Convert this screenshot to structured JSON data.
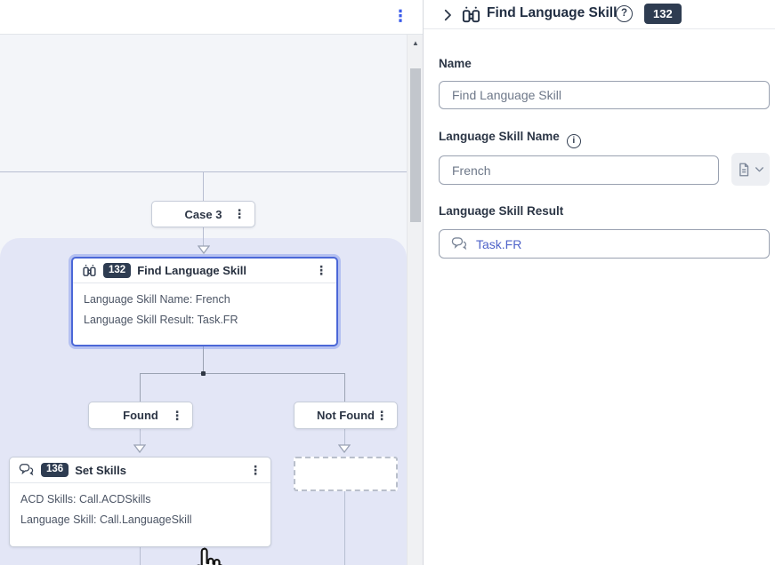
{
  "colors": {
    "accent_selection_border": "#4b67d7",
    "selection_region_bg": "#e3e6f6",
    "canvas_bg": "#f3f5f9",
    "badge_bg": "#2e3c51",
    "result_link_text": "#4f63c9",
    "topbar_kebab_blue": "#3b5bea",
    "connector_line": "#b7bed1"
  },
  "icons": {
    "kebab": "⋮",
    "scroll_up": "▲",
    "help": "?",
    "info": "i"
  },
  "canvas": {
    "nodes": {
      "case3": {
        "label": "Case 3"
      },
      "find_language_skill": {
        "badge": "132",
        "title": "Find Language Skill",
        "lines": [
          "Language Skill Name: French",
          "Language Skill Result: Task.FR"
        ]
      },
      "found": {
        "label": "Found"
      },
      "not_found": {
        "label": "Not Found"
      },
      "set_skills": {
        "badge": "136",
        "title": "Set Skills",
        "lines": [
          "ACD Skills: Call.ACDSkills",
          "Language Skill: Call.LanguageSkill"
        ]
      }
    }
  },
  "panel": {
    "header": {
      "title": "Find Language Skill",
      "badge": "132"
    },
    "fields": {
      "name": {
        "label": "Name",
        "value": "Find Language Skill"
      },
      "language_skill_name": {
        "label": "Language Skill Name",
        "value": "French"
      },
      "language_skill_result": {
        "label": "Language Skill Result",
        "value": "Task.FR"
      }
    }
  }
}
